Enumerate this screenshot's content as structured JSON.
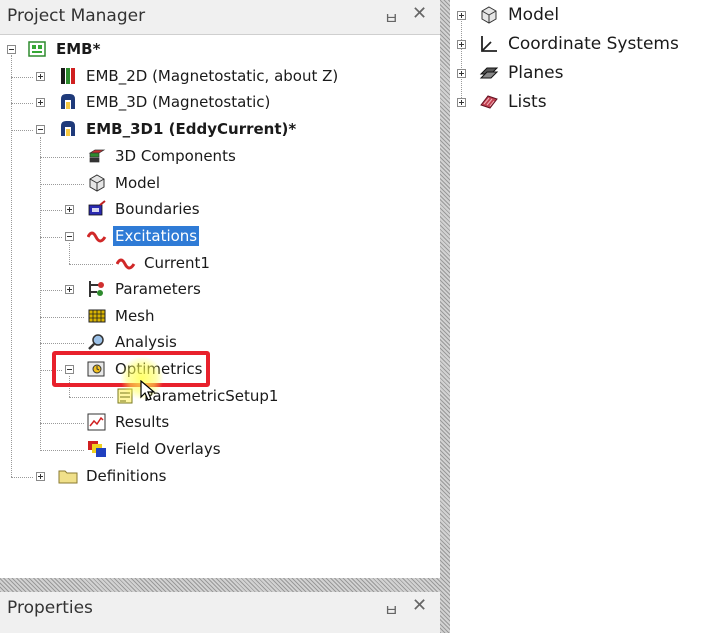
{
  "project_manager": {
    "title": "Project Manager",
    "pin": "ㅂ",
    "close": "✕",
    "tree": {
      "root": "EMB*",
      "designs": [
        "EMB_2D (Magnetostatic, about Z)",
        "EMB_3D (Magnetostatic)",
        "EMB_3D1 (EddyCurrent)*"
      ],
      "children": {
        "components": "3D Components",
        "model": "Model",
        "boundaries": "Boundaries",
        "excitations": "Excitations",
        "current1": "Current1",
        "parameters": "Parameters",
        "mesh": "Mesh",
        "analysis": "Analysis",
        "optimetrics": "Optimetrics",
        "parametric_setup": "ParametricSetup1",
        "results": "Results",
        "field_overlays": "Field Overlays"
      },
      "definitions": "Definitions"
    }
  },
  "properties": {
    "title": "Properties",
    "pin": "ㅂ",
    "close": "✕"
  },
  "model_tree": {
    "items": [
      "Model",
      "Coordinate Systems",
      "Planes",
      "Lists"
    ]
  },
  "colors": {
    "selection": "#2f7bd6",
    "highlight": "#e8212c"
  }
}
